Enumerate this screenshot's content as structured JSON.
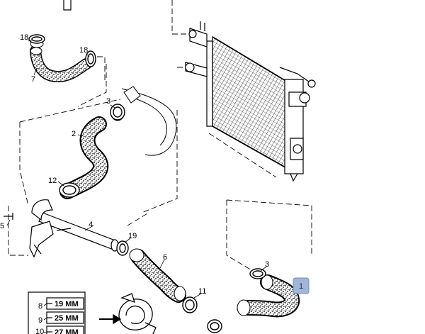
{
  "part_labels": {
    "p18a": "18",
    "p18b": "18",
    "p7": "7",
    "p3a": "3",
    "p2": "2",
    "p12": "12",
    "p5": "5",
    "p4": "4",
    "p19": "19",
    "p6": "6",
    "p11": "11",
    "p3b": "3",
    "p8": "8",
    "p9": "9",
    "p10": "10"
  },
  "size_table": {
    "rows": [
      "19 MM",
      "25 MM",
      "27 MM"
    ]
  },
  "callout": {
    "label": "1",
    "color": "#9fb6d9",
    "border": "#6f8fbf"
  },
  "colors": {
    "line": "#000000",
    "hose_fill": "#5a5a5a"
  }
}
